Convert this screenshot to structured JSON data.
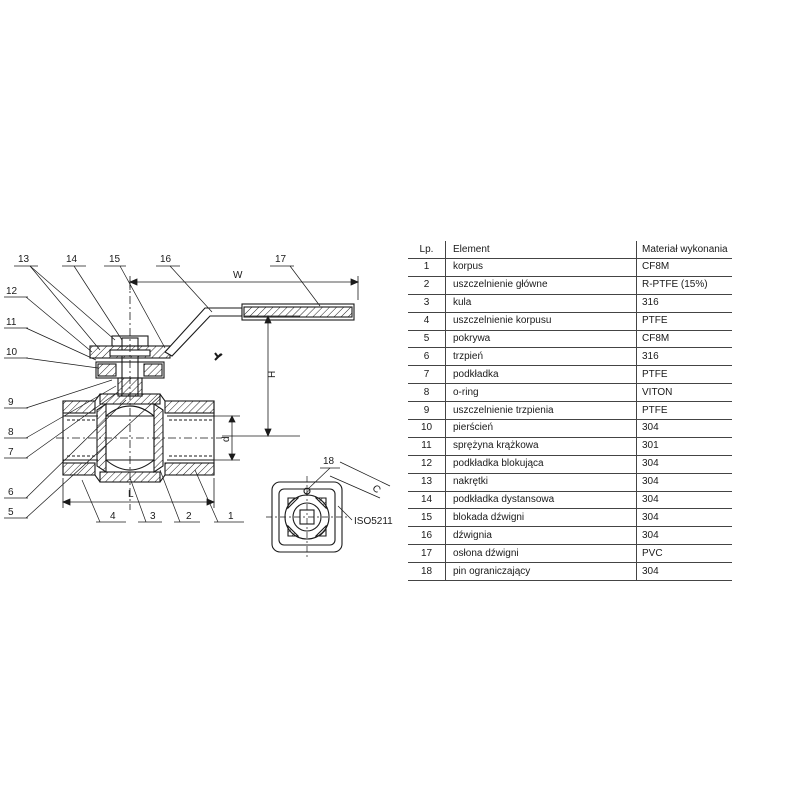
{
  "table": {
    "headers": {
      "lp": "Lp.",
      "element": "Element",
      "material": "Materiał wykonania"
    },
    "rows": [
      {
        "lp": "1",
        "element": "korpus",
        "material": "CF8M"
      },
      {
        "lp": "2",
        "element": "uszczelnienie główne",
        "material": "R-PTFE (15%)"
      },
      {
        "lp": "3",
        "element": "kula",
        "material": "316"
      },
      {
        "lp": "4",
        "element": "uszczelnienie korpusu",
        "material": "PTFE"
      },
      {
        "lp": "5",
        "element": "pokrywa",
        "material": "CF8M"
      },
      {
        "lp": "6",
        "element": "trzpień",
        "material": "316"
      },
      {
        "lp": "7",
        "element": "podkładka",
        "material": "PTFE"
      },
      {
        "lp": "8",
        "element": "o-ring",
        "material": "VITON"
      },
      {
        "lp": "9",
        "element": "uszczelnienie trzpienia",
        "material": "PTFE"
      },
      {
        "lp": "10",
        "element": "pierścień",
        "material": "304"
      },
      {
        "lp": "11",
        "element": "sprężyna krążkowa",
        "material": "301"
      },
      {
        "lp": "12",
        "element": "podkładka blokująca",
        "material": "304"
      },
      {
        "lp": "13",
        "element": "nakrętki",
        "material": "304"
      },
      {
        "lp": "14",
        "element": "podkładka dystansowa",
        "material": "304"
      },
      {
        "lp": "15",
        "element": "blokada dźwigni",
        "material": "304"
      },
      {
        "lp": "16",
        "element": "dźwignia",
        "material": "304"
      },
      {
        "lp": "17",
        "element": "osłona dźwigni",
        "material": "PVC"
      },
      {
        "lp": "18",
        "element": "pin ograniczający",
        "material": "304"
      }
    ]
  },
  "drawing": {
    "callouts_top": [
      "13",
      "14",
      "15",
      "16",
      "17"
    ],
    "callouts_left": [
      "12",
      "11",
      "10",
      "9",
      "8",
      "7",
      "6",
      "5"
    ],
    "callouts_bottom": [
      "4",
      "3",
      "2",
      "1"
    ],
    "dimensions": {
      "width": "W",
      "height": "H",
      "length": "L",
      "bore": "d",
      "stem_square": "C"
    },
    "top_view_callout": "18",
    "flange_standard": "ISO5211"
  }
}
